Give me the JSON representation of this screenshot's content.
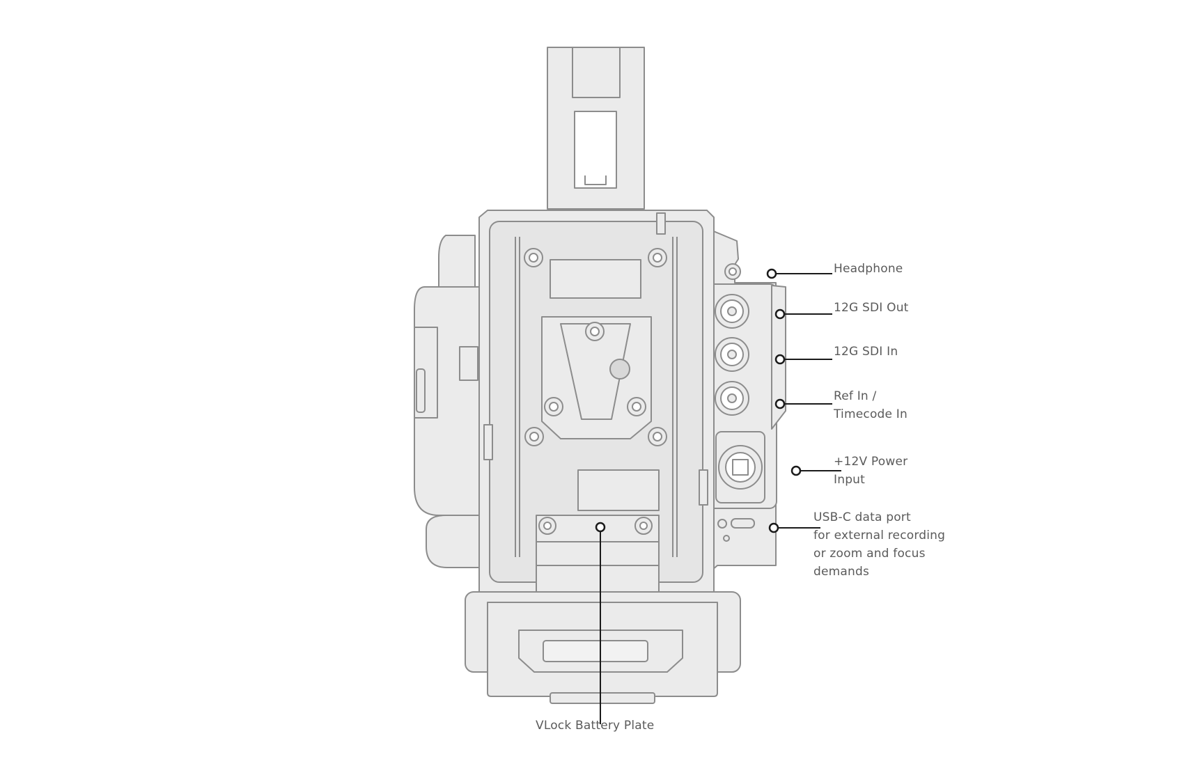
{
  "callouts": {
    "headphone": [
      "Headphone"
    ],
    "sdi_out": [
      "12G SDI Out"
    ],
    "sdi_in": [
      "12G SDI In"
    ],
    "ref_in": [
      "Ref In /",
      "Timecode In"
    ],
    "power": [
      "+12V Power",
      "Input"
    ],
    "usb_c": [
      "USB-C data port",
      "for external recording",
      "or zoom and focus",
      "demands"
    ],
    "vlock": [
      "VLock Battery Plate"
    ]
  },
  "colors": {
    "body_fill": "#ebebeb",
    "body_stroke": "#8c8c8c",
    "leader_line": "#1a1a1a",
    "label_text": "#5a5a5a"
  }
}
